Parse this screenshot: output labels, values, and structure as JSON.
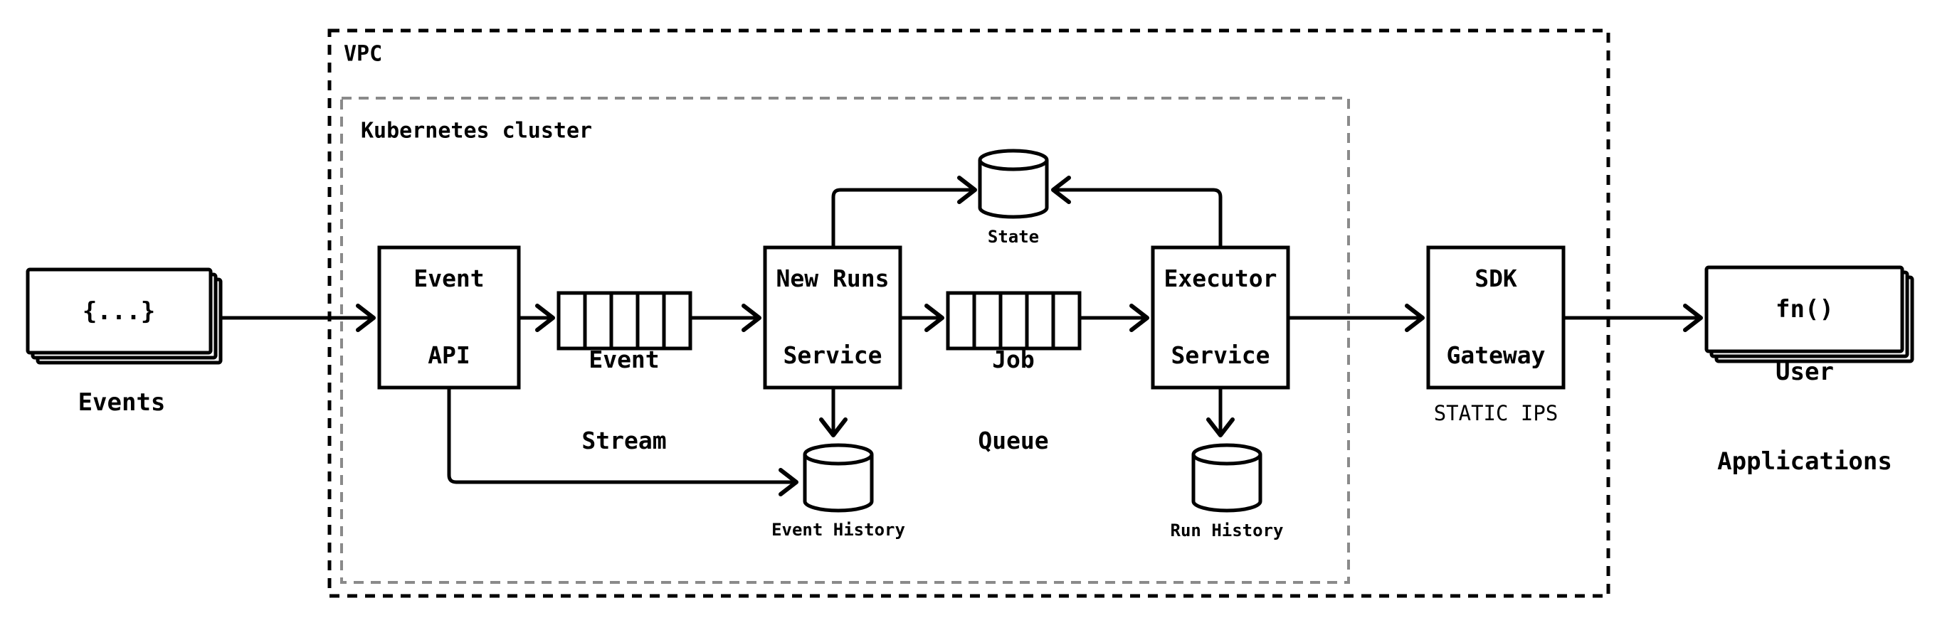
{
  "containers": {
    "vpc": {
      "label": "VPC"
    },
    "cluster": {
      "label": "Kubernetes cluster"
    }
  },
  "nodes": {
    "events": {
      "icon_text": "{...}",
      "label": "Events"
    },
    "event_api": {
      "title_line1": "Event",
      "title_line2": "API"
    },
    "event_stream": {
      "label_line1": "Event",
      "label_line2": "Stream"
    },
    "new_runs_service": {
      "title_line1": "New Runs",
      "title_line2": "Service"
    },
    "job_queue": {
      "label_line1": "Job",
      "label_line2": "Queue"
    },
    "executor_service": {
      "title_line1": "Executor",
      "title_line2": "Service"
    },
    "state": {
      "label": "State"
    },
    "event_history": {
      "label": "Event History"
    },
    "run_history": {
      "label": "Run History"
    },
    "sdk_gateway": {
      "title_line1": "SDK",
      "title_line2": "Gateway",
      "sublabel": "STATIC IPS"
    },
    "user_applications": {
      "icon_text": "fn()",
      "label_line1": "User",
      "label_line2": "Applications"
    }
  },
  "colors": {
    "stroke": "#000000",
    "cluster_border": "#8a8a8a",
    "background": "#ffffff"
  }
}
